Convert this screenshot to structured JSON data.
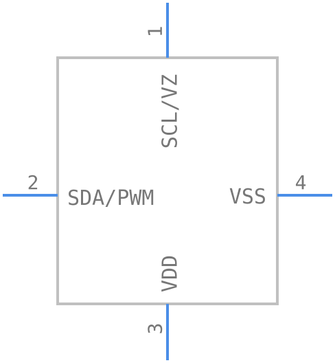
{
  "colors": {
    "body_outline": "#c0c0c0",
    "pin_line": "#4a8ee8",
    "label_text": "#777777",
    "background": "#ffffff"
  },
  "pins": [
    {
      "number": "1",
      "name": "SCL/VZ",
      "side": "top"
    },
    {
      "number": "2",
      "name": "SDA/PWM",
      "side": "left"
    },
    {
      "number": "3",
      "name": "VDD",
      "side": "bottom"
    },
    {
      "number": "4",
      "name": "VSS",
      "side": "right"
    }
  ]
}
